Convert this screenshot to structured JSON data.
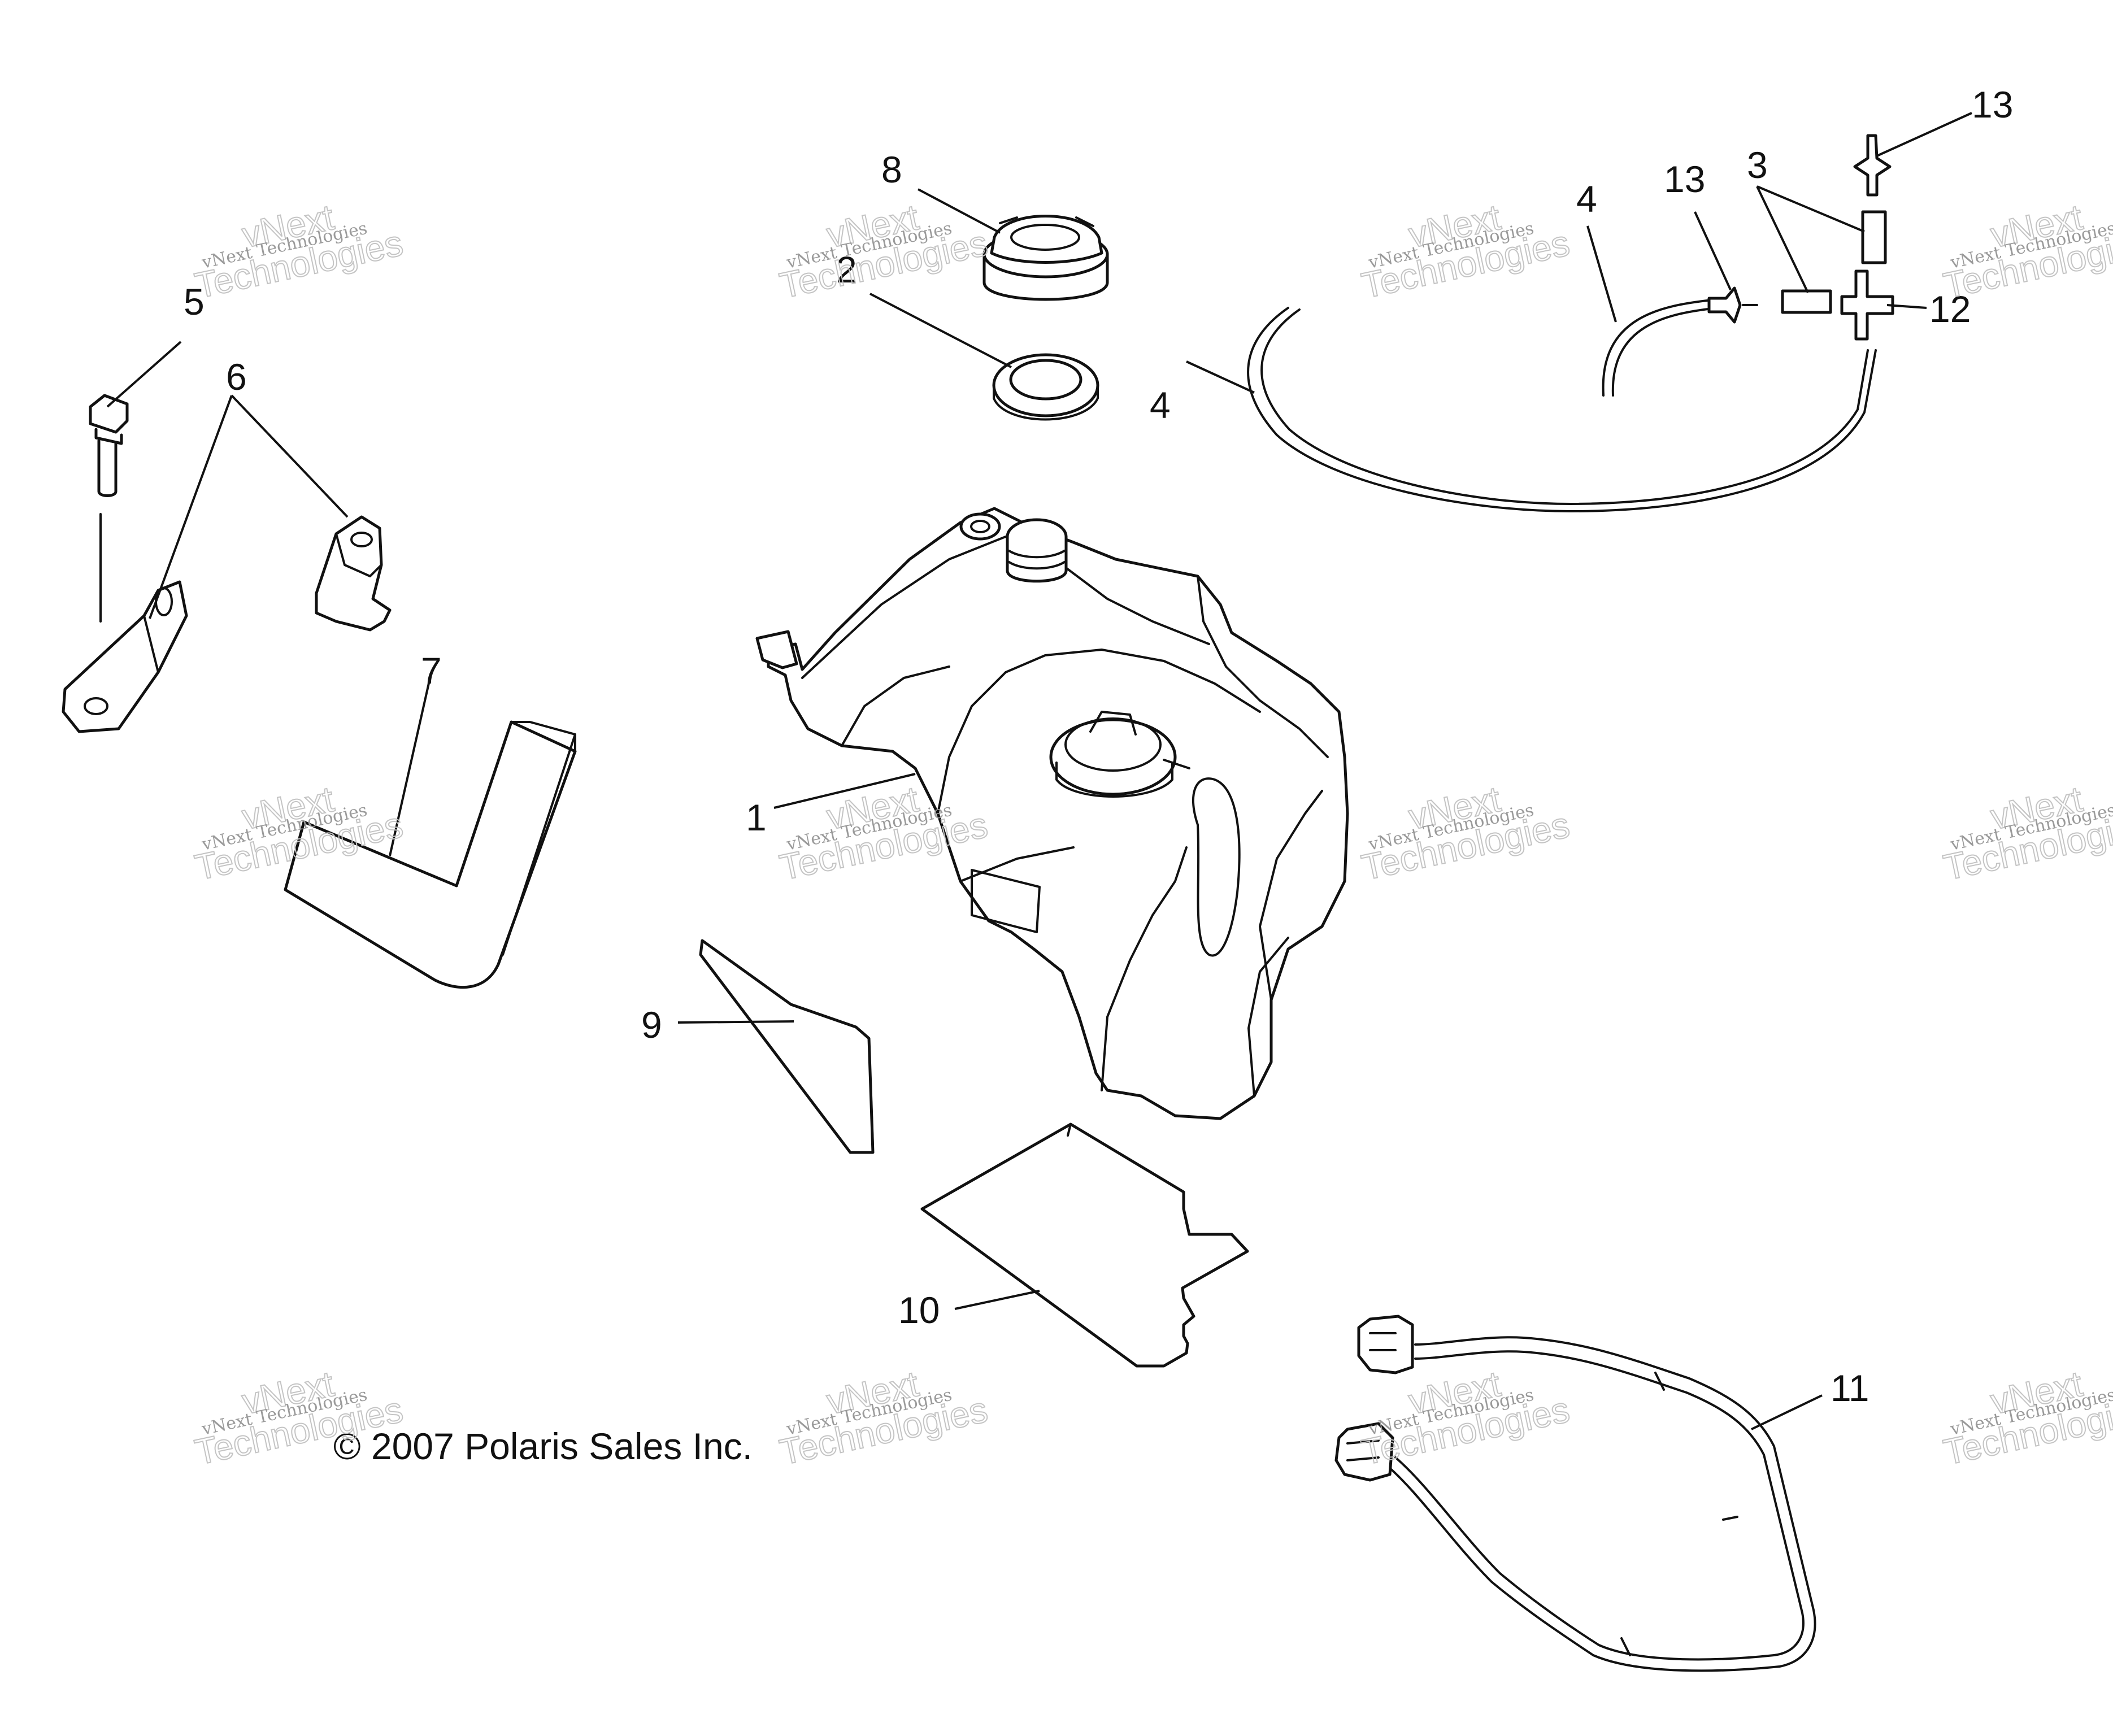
{
  "callouts": [
    {
      "id": "c1",
      "label": "1"
    },
    {
      "id": "c2",
      "label": "2"
    },
    {
      "id": "c3",
      "label": "3"
    },
    {
      "id": "c4a",
      "label": "4"
    },
    {
      "id": "c4b",
      "label": "4"
    },
    {
      "id": "c5",
      "label": "5"
    },
    {
      "id": "c6",
      "label": "6"
    },
    {
      "id": "c7",
      "label": "7"
    },
    {
      "id": "c8",
      "label": "8"
    },
    {
      "id": "c9",
      "label": "9"
    },
    {
      "id": "c10",
      "label": "10"
    },
    {
      "id": "c11",
      "label": "11"
    },
    {
      "id": "c12",
      "label": "12"
    },
    {
      "id": "c13a",
      "label": "13"
    },
    {
      "id": "c13b",
      "label": "13"
    }
  ],
  "copyright": "© 2007 Polaris Sales Inc.",
  "watermark": {
    "small": "vNext Technologies",
    "top": "vNext",
    "bottom": "Technologies"
  }
}
